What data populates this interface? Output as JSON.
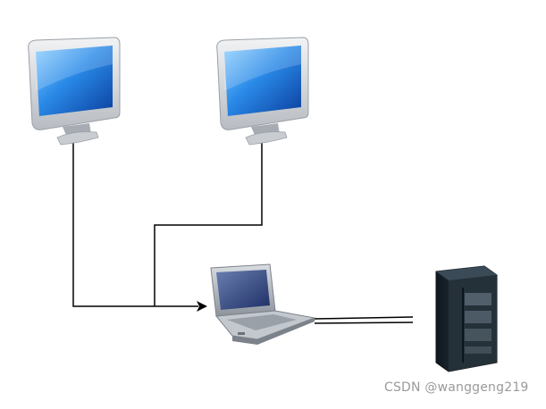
{
  "watermark": "CSDN @wanggeng219",
  "nodes": [
    {
      "id": "monitor-1",
      "icon": "desktop-monitor-icon"
    },
    {
      "id": "monitor-2",
      "icon": "desktop-monitor-icon"
    },
    {
      "id": "laptop",
      "icon": "laptop-icon"
    },
    {
      "id": "server",
      "icon": "server-rack-icon"
    }
  ],
  "edges": [
    {
      "from": "monitor-1",
      "to": "laptop",
      "style": "arrow"
    },
    {
      "from": "monitor-2",
      "to": "laptop",
      "style": "line"
    },
    {
      "from": "laptop",
      "to": "server",
      "style": "double-line"
    }
  ],
  "colors": {
    "line": "#000000",
    "screen": "#1f7fe0",
    "bezel": "#c9cdd2",
    "server": "#1e2a33",
    "watermark": "#9a9a9a"
  }
}
